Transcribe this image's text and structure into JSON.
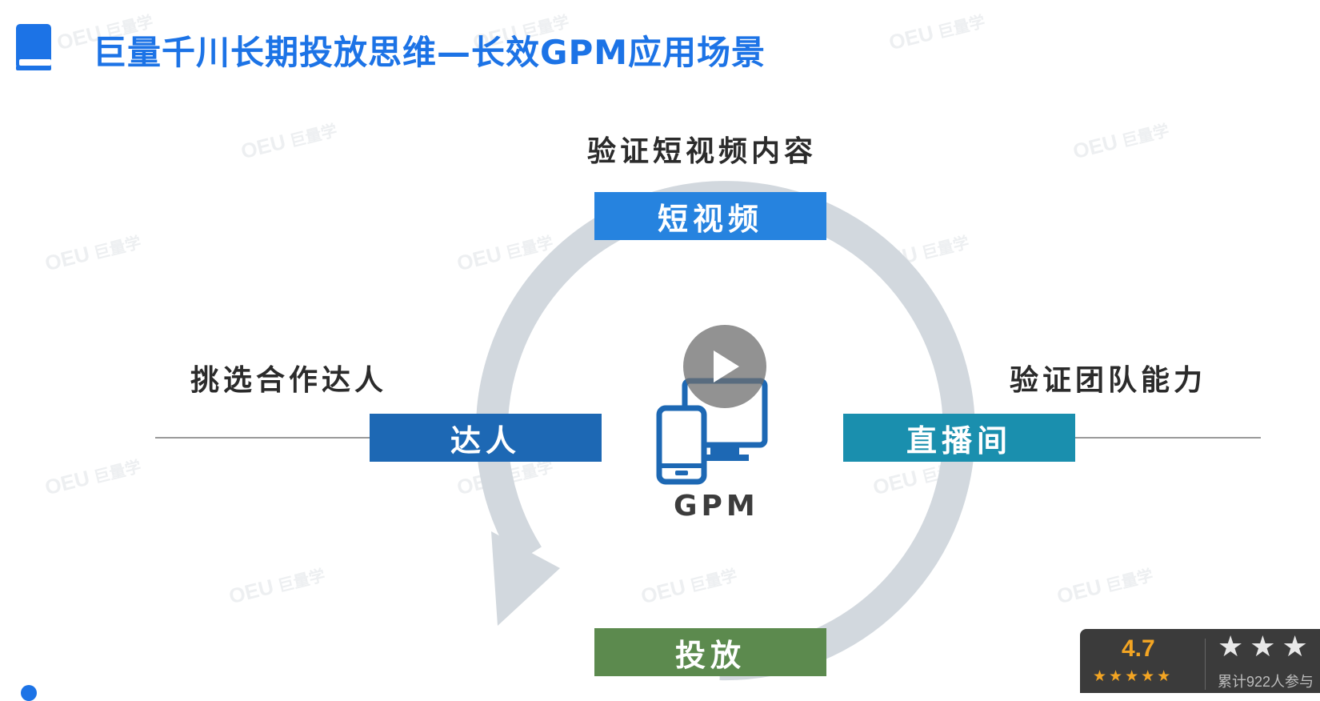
{
  "header": {
    "title": "巨量千川长期投放思维—长效GPM应用场景",
    "icon": "book-icon"
  },
  "diagram": {
    "center_label": "GPM",
    "center_icon": "devices-icon",
    "nodes": {
      "top": {
        "box_label": "短视频",
        "caption": "验证短视频内容",
        "color": "#2683df"
      },
      "left": {
        "box_label": "达人",
        "caption": "挑选合作达人",
        "color": "#1d68b4"
      },
      "right": {
        "box_label": "直播间",
        "caption": "验证团队能力",
        "color": "#1a8fae"
      },
      "bottom": {
        "box_label": "投放",
        "color": "#5c8a4e"
      }
    },
    "cycle_color": "#d2d8de"
  },
  "watermark": {
    "logo": "OEU",
    "text": "巨量学"
  },
  "video": {
    "play_icon": "play-icon"
  },
  "rating": {
    "score": "4.7",
    "participants": "累计922人参与"
  }
}
